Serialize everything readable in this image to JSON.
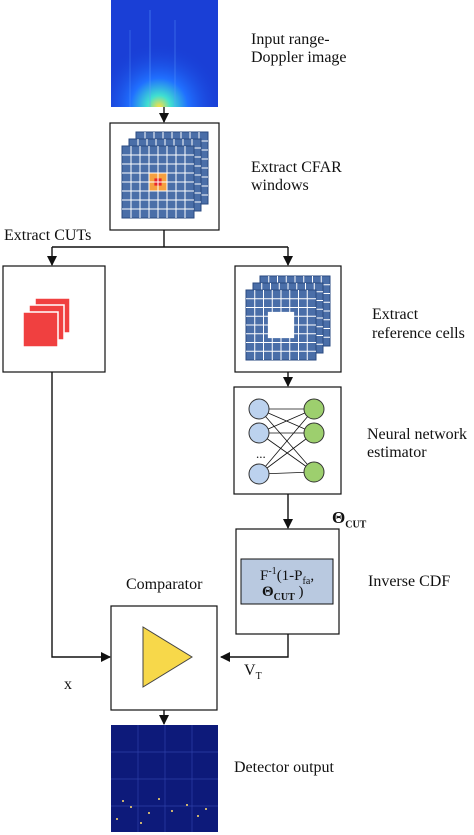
{
  "labels": {
    "input_line1": "Input range-",
    "input_line2": "Doppler image",
    "cfar_line1": "Extract CFAR",
    "cfar_line2": "windows",
    "extract_cuts": "Extract CUTs",
    "ref_line1": "Extract",
    "ref_line2": "reference cells",
    "nn_line1": "Neural network",
    "nn_line2": "estimator",
    "theta_symbol": "Θ",
    "theta_sub": "CUT",
    "inverse_cdf": "Inverse CDF",
    "formula_f": "F",
    "formula_sup": "-1",
    "formula_mid": "(1-P",
    "formula_fa": "fa",
    "formula_comma": ",",
    "formula_theta": "Θ",
    "formula_cut": "CUT",
    "formula_close": " )",
    "comparator": "Comparator",
    "x_label": "x",
    "vt_main": "V",
    "vt_sub": "T",
    "detector_output": "Detector output",
    "nn_dots": "..."
  },
  "colors": {
    "heatmap_bg": "#1a3fd6",
    "detector_bg": "#0d1a7a",
    "grid_blue": "#4a6ea8",
    "cut_red": "#f04040",
    "guard_orange": "#f5a040",
    "center_red": "#e8242a",
    "node_blue": "#bcd2ee",
    "node_green": "#9dcf6e",
    "triangle_yellow": "#f7d84a",
    "formula_box": "#b9c9e0"
  }
}
